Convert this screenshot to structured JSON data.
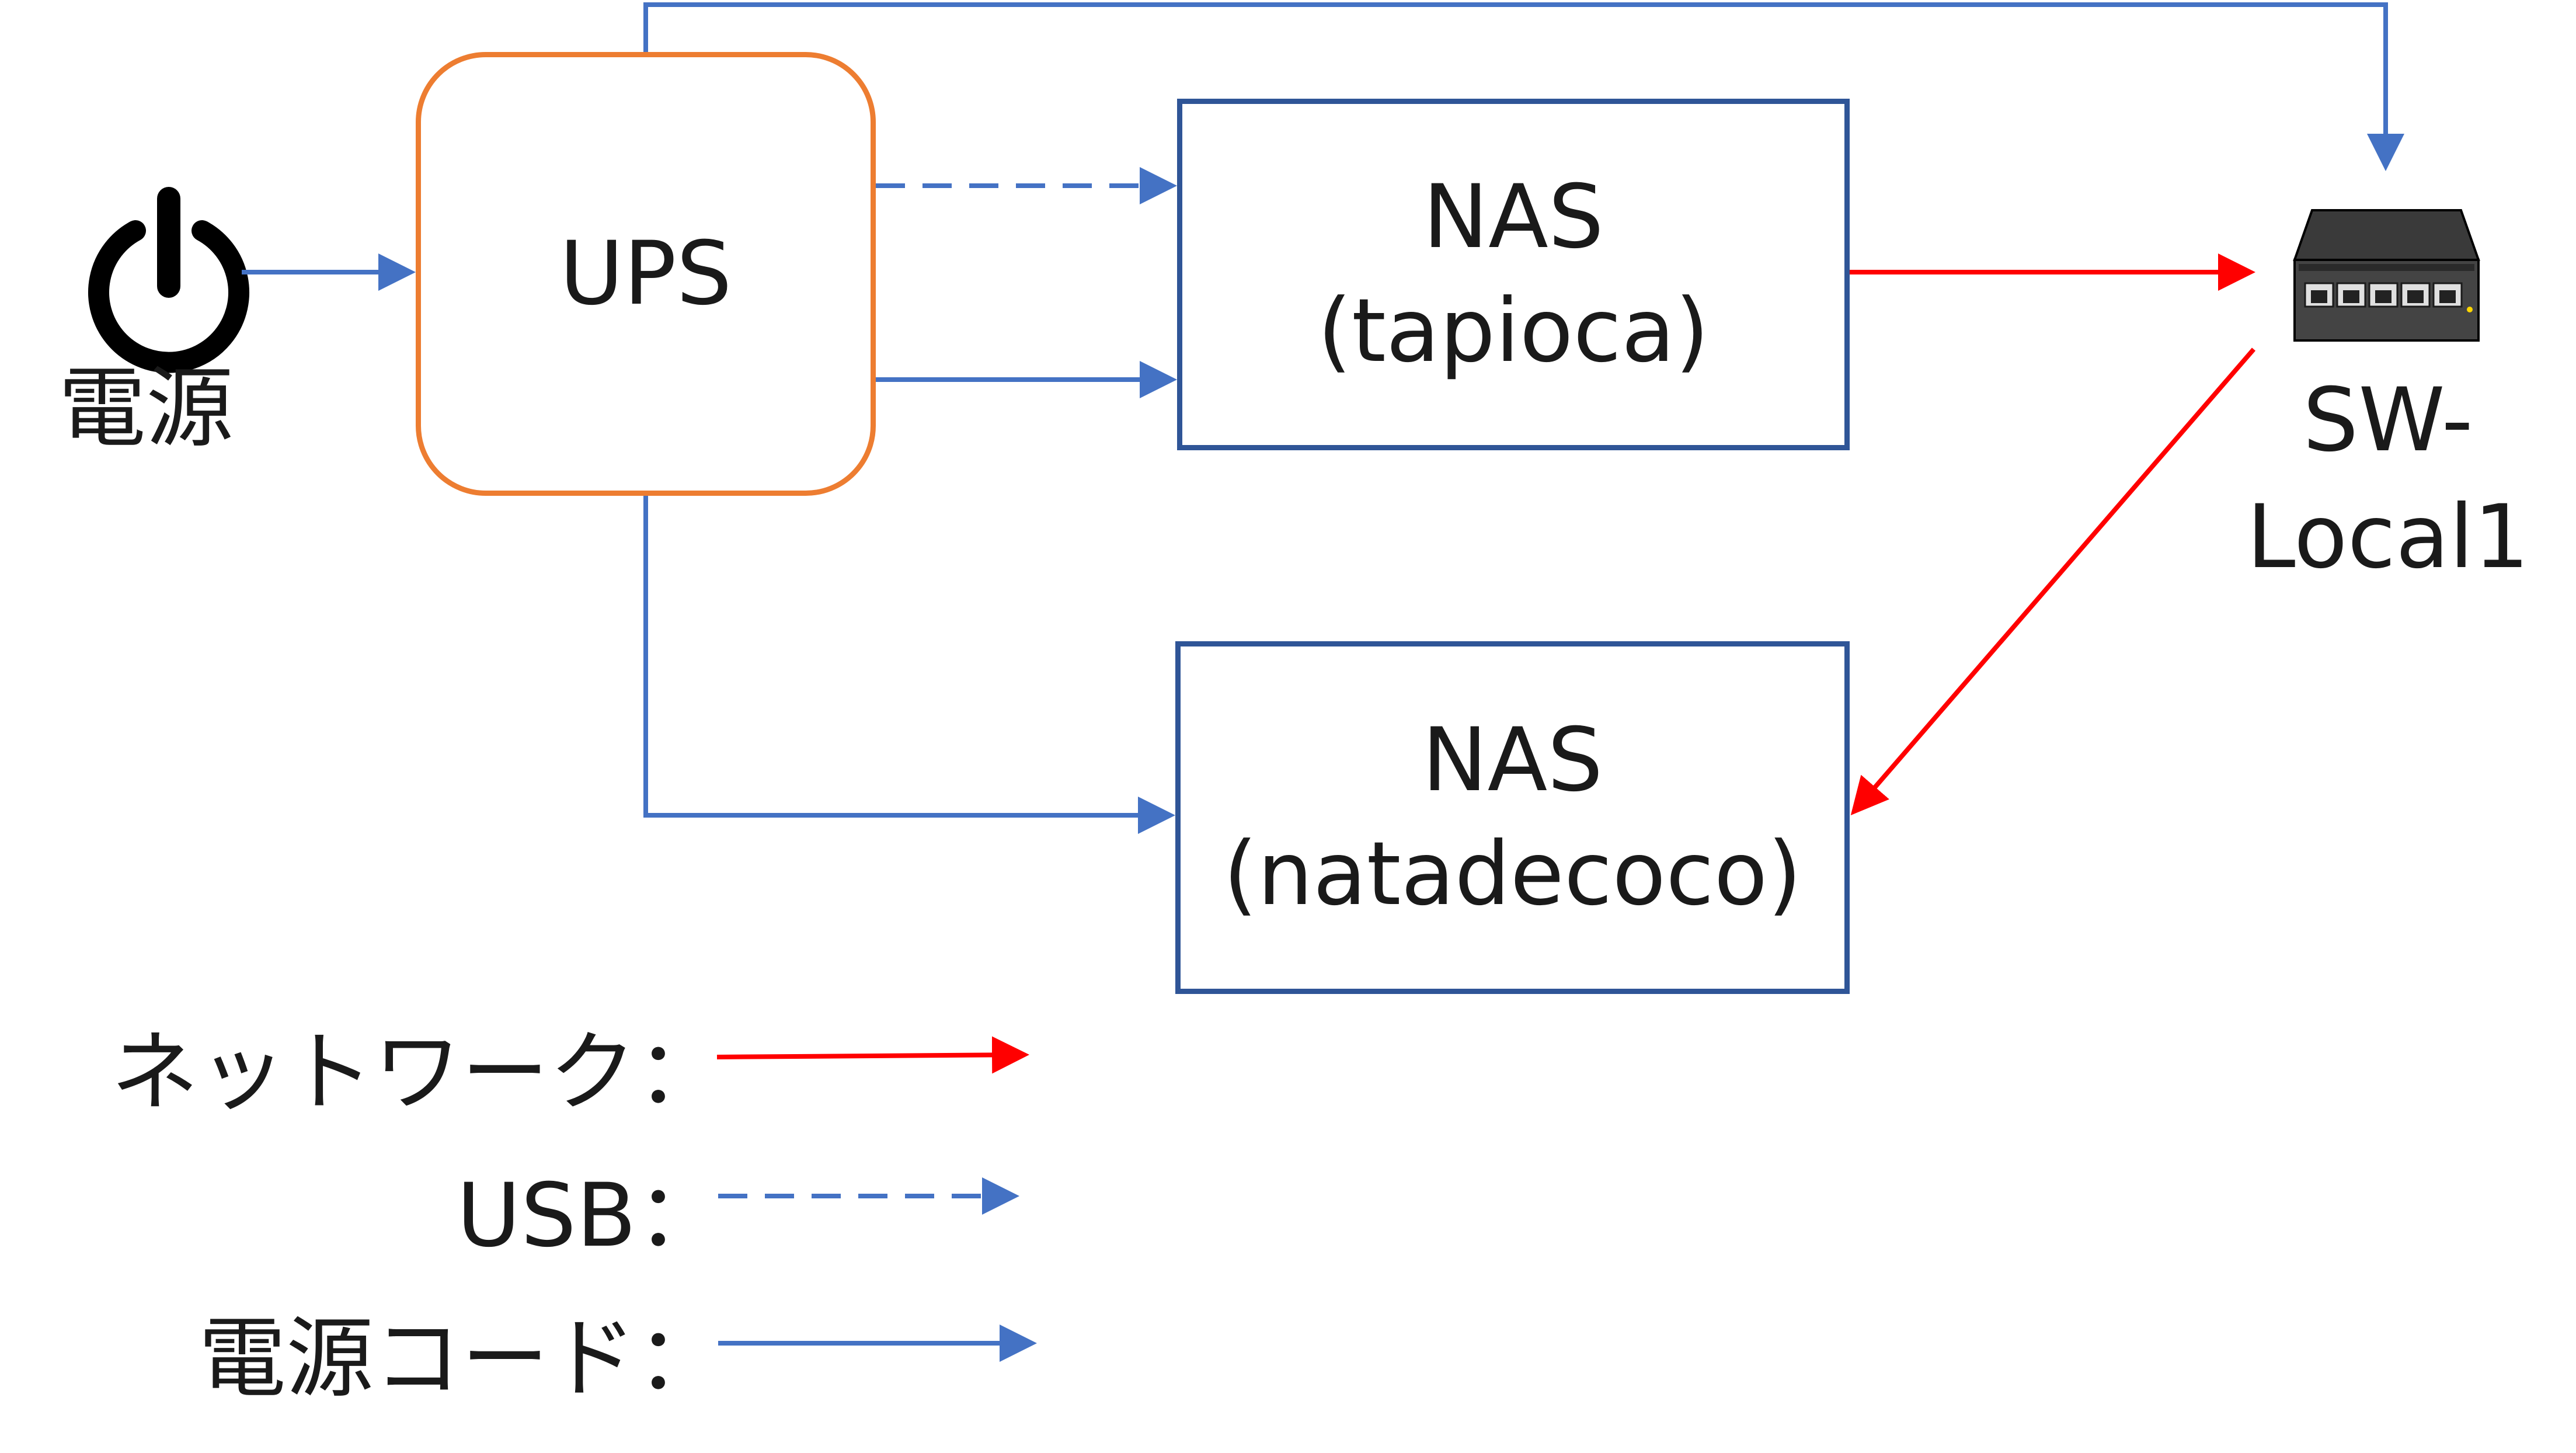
{
  "nodes": {
    "power": {
      "label": "電源",
      "icon": "power-icon"
    },
    "ups": {
      "label": "UPS"
    },
    "nas_tapioca": {
      "line1": "NAS",
      "line2": "(tapioca)"
    },
    "nas_natadecoco": {
      "line1": "NAS",
      "line2": "(natadecoco)"
    },
    "switch": {
      "line1": "SW-",
      "line2": "Local1",
      "icon": "network-switch-icon"
    }
  },
  "legend": {
    "network": "ネットワーク：",
    "usb": "USB：",
    "power_cord": "電源コード："
  },
  "colors": {
    "network": "#ff0000",
    "usb": "#4472c4",
    "power_cord": "#4472c4",
    "ups_border": "#ed7d31",
    "nas_border": "#2f5597"
  }
}
